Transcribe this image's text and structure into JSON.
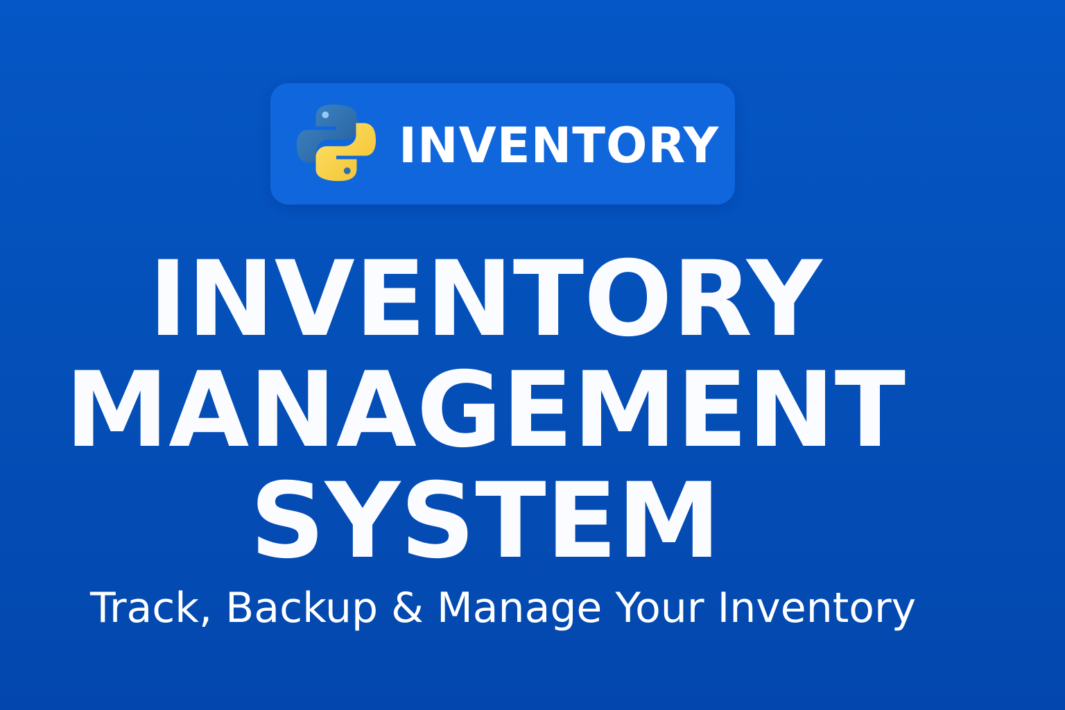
{
  "badge": {
    "logo_icon": "python-logo-icon",
    "label": "INVENTORY"
  },
  "title": {
    "line1": "INVENTORY",
    "line2": "MANAGEMENT",
    "line3": "SYSTEM"
  },
  "subtitle": "Track, Backup & Manage Your Inventory",
  "colors": {
    "background": "#0450b9",
    "badge": "#146ee6",
    "python_blue": "#2f6fa8",
    "python_yellow": "#f7cf45",
    "text": "#ffffff"
  }
}
